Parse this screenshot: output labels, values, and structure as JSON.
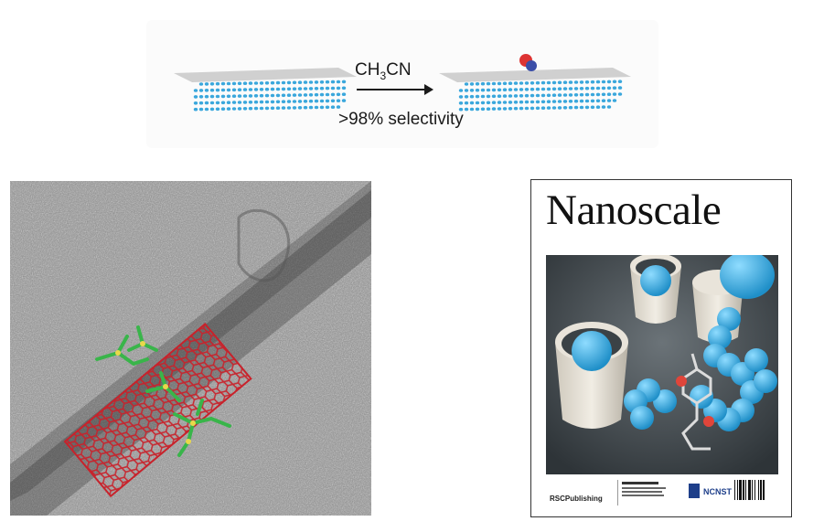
{
  "scheme": {
    "reagent_main": "CH",
    "reagent_sub": "3",
    "reagent_tail": "CN",
    "selectivity": ">98% selectivity"
  },
  "cover": {
    "title": "Nanoscale",
    "publisher": "RSCPublishing",
    "partner": "NCNST"
  },
  "colors": {
    "graphene_blue": "#3aa7dc",
    "nanotube_red": "#c8222b",
    "molecule_green": "#39b54a",
    "cover_blue": "#2aa3d8"
  }
}
